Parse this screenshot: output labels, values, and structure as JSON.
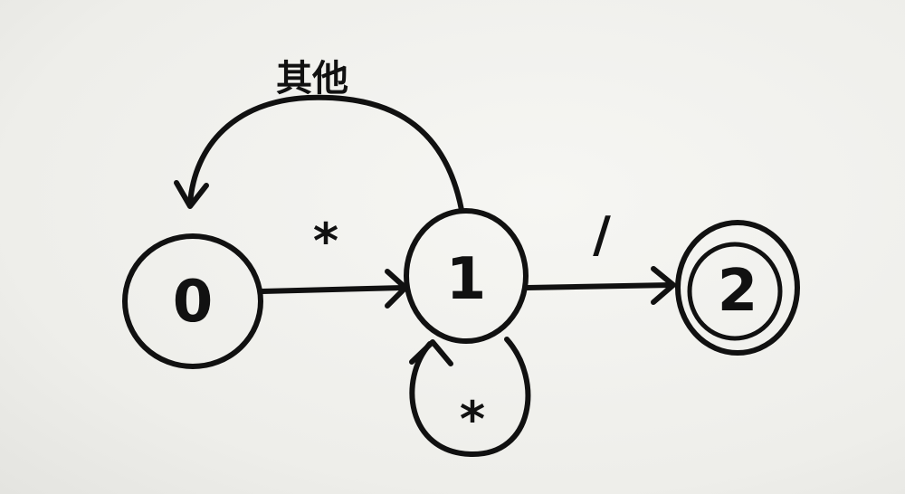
{
  "states": [
    {
      "id": "s0",
      "label": "0",
      "accepting": false
    },
    {
      "id": "s1",
      "label": "1",
      "accepting": false
    },
    {
      "id": "s2",
      "label": "2",
      "accepting": true
    }
  ],
  "transitions": [
    {
      "from": "s0",
      "to": "s1",
      "label": "*"
    },
    {
      "from": "s1",
      "to": "s1",
      "label": "*"
    },
    {
      "from": "s1",
      "to": "s2",
      "label": "/"
    },
    {
      "from": "s1",
      "to": "s0",
      "label": "其他"
    }
  ]
}
